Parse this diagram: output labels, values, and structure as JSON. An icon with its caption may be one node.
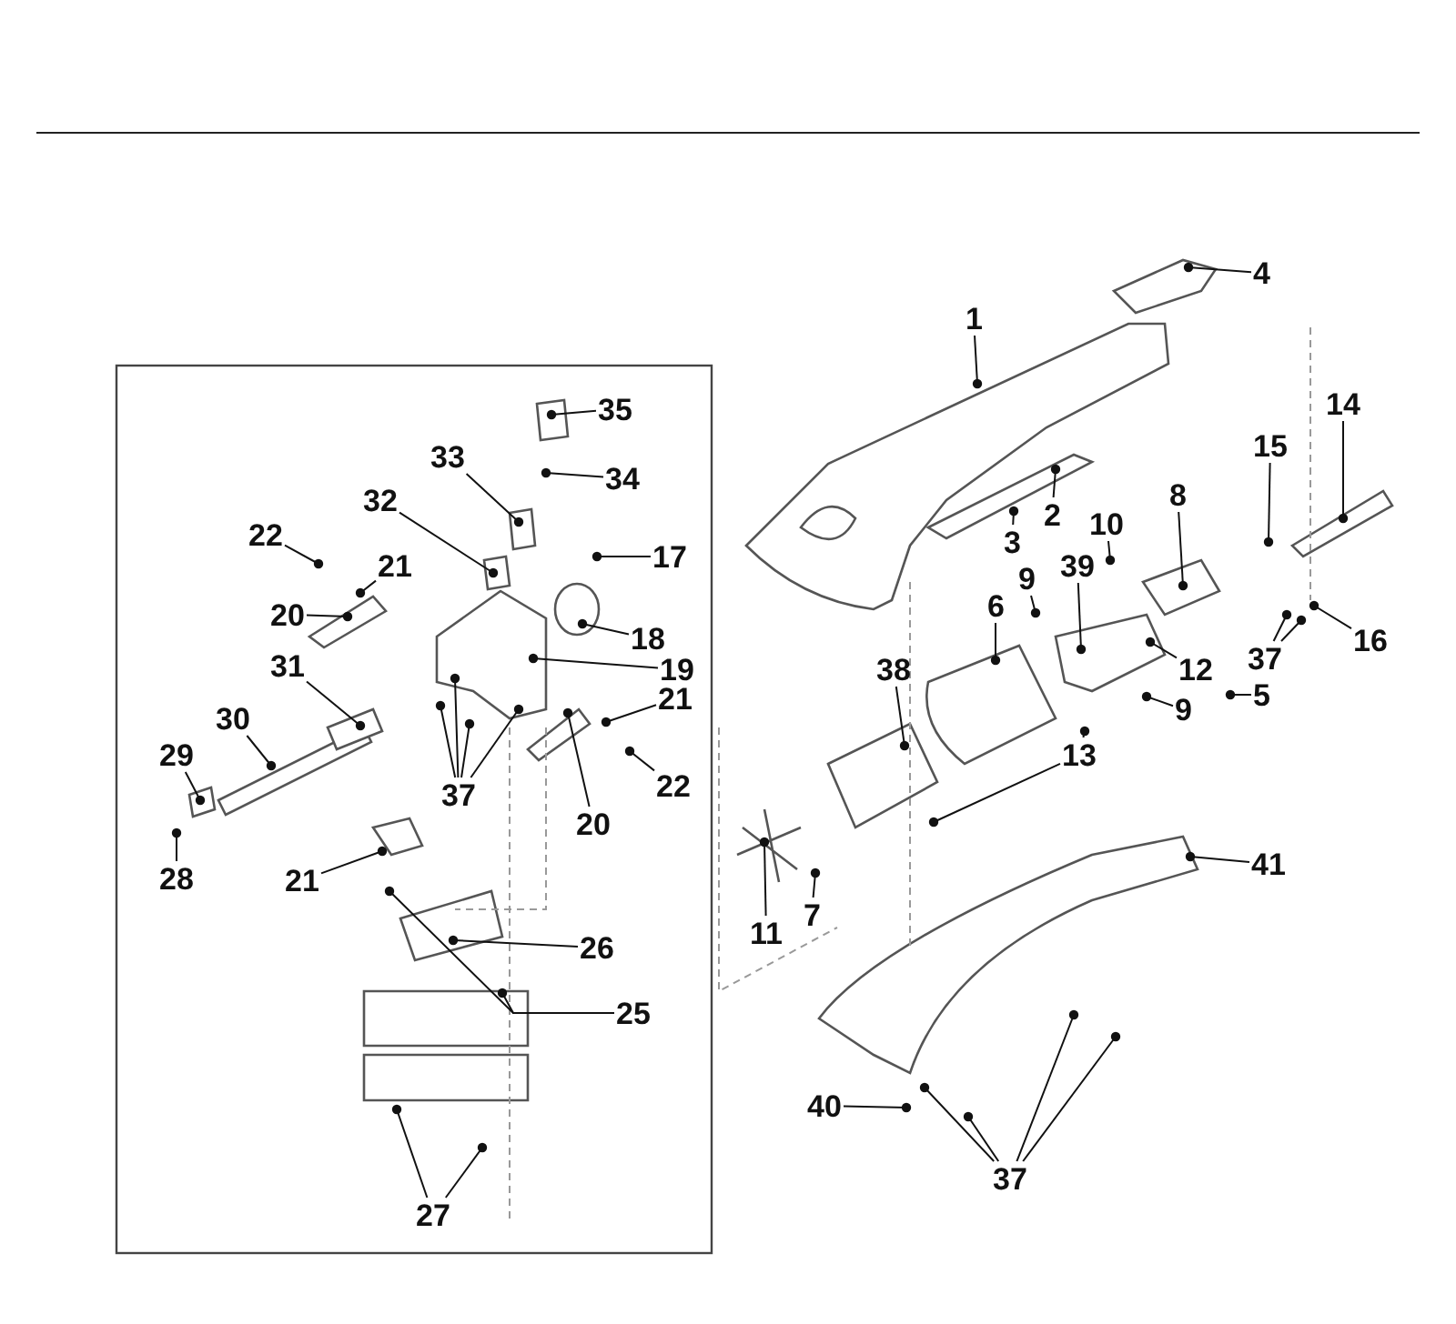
{
  "diagram": {
    "nodes": [
      {
        "text": [
          "4"
        ]
      },
      {
        "text": [
          "1"
        ]
      },
      {
        "text": [
          "14"
        ]
      },
      {
        "text": [
          "35"
        ]
      },
      {
        "text": [
          "15"
        ]
      },
      {
        "text": [
          "33"
        ]
      },
      {
        "text": [
          "34"
        ]
      },
      {
        "text": [
          "8"
        ]
      },
      {
        "text": [
          "2"
        ]
      },
      {
        "text": [
          "10"
        ]
      },
      {
        "text": [
          "22"
        ]
      },
      {
        "text": [
          "32"
        ]
      },
      {
        "text": [
          "21"
        ]
      },
      {
        "text": [
          "3"
        ]
      },
      {
        "text": [
          "39"
        ]
      },
      {
        "text": [
          "9"
        ]
      },
      {
        "text": [
          "17"
        ]
      },
      {
        "text": [
          "20"
        ]
      },
      {
        "text": [
          "18"
        ]
      },
      {
        "text": [
          "6"
        ]
      },
      {
        "text": [
          "16"
        ]
      },
      {
        "text": [
          "37"
        ]
      },
      {
        "text": [
          "12"
        ]
      },
      {
        "text": [
          "19"
        ]
      },
      {
        "text": [
          "31"
        ]
      },
      {
        "text": [
          "38"
        ]
      },
      {
        "text": [
          "21"
        ]
      },
      {
        "text": [
          "9"
        ]
      },
      {
        "text": [
          "5"
        ]
      },
      {
        "text": [
          "30"
        ]
      },
      {
        "text": [
          "37"
        ]
      },
      {
        "text": [
          "13"
        ]
      },
      {
        "text": [
          "22"
        ]
      },
      {
        "text": [
          "29"
        ]
      },
      {
        "text": [
          "20"
        ]
      },
      {
        "text": [
          "41"
        ]
      },
      {
        "text": [
          "28"
        ]
      },
      {
        "text": [
          "21"
        ]
      },
      {
        "text": [
          "7"
        ]
      },
      {
        "text": [
          "11"
        ]
      },
      {
        "text": [
          "26"
        ]
      },
      {
        "text": [
          "25"
        ]
      },
      {
        "text": [
          "40"
        ]
      },
      {
        "text": [
          "27"
        ]
      },
      {
        "text": [
          "37"
        ]
      }
    ],
    "edges": [
      {
        "from": 0,
        "to": null,
        "arrow": "other"
      },
      {
        "from": 1,
        "to": null,
        "arrow": "other"
      },
      {
        "from": 2,
        "to": null,
        "arrow": "other"
      },
      {
        "from": 3,
        "to": null,
        "arrow": "other"
      },
      {
        "from": 4,
        "to": null,
        "arrow": "other"
      },
      {
        "from": 5,
        "to": null,
        "arrow": "other"
      },
      {
        "from": 6,
        "to": null,
        "arrow": "other"
      },
      {
        "from": 7,
        "to": null,
        "arrow": "other"
      },
      {
        "from": 8,
        "to": null,
        "arrow": "other"
      },
      {
        "from": 9,
        "to": null,
        "arrow": "other"
      },
      {
        "from": 10,
        "to": null,
        "arrow": "other"
      },
      {
        "from": 11,
        "to": null,
        "arrow": "other"
      },
      {
        "from": 12,
        "to": null,
        "arrow": "other"
      },
      {
        "from": 13,
        "to": null,
        "arrow": "other"
      },
      {
        "from": 14,
        "to": null,
        "arrow": "other"
      },
      {
        "from": 15,
        "to": null,
        "arrow": "other"
      },
      {
        "from": 16,
        "to": null,
        "arrow": "other"
      },
      {
        "from": 17,
        "to": null,
        "arrow": "other"
      },
      {
        "from": 18,
        "to": null,
        "arrow": "other"
      },
      {
        "from": 19,
        "to": null,
        "arrow": "other"
      },
      {
        "from": 20,
        "to": null,
        "arrow": "other"
      },
      {
        "from": 21,
        "to": null,
        "arrow": "other"
      },
      {
        "from": 21,
        "to": null,
        "arrow": "other"
      },
      {
        "from": 22,
        "to": null,
        "arrow": "other"
      },
      {
        "from": 23,
        "to": null,
        "arrow": "other"
      },
      {
        "from": 24,
        "to": null,
        "arrow": "other"
      },
      {
        "from": 25,
        "to": null,
        "arrow": "other"
      },
      {
        "from": 26,
        "to": null,
        "arrow": "other"
      },
      {
        "from": 27,
        "to": null,
        "arrow": "other"
      },
      {
        "from": 28,
        "to": null,
        "arrow": "other"
      },
      {
        "from": 29,
        "to": null,
        "arrow": "other"
      },
      {
        "from": 30,
        "to": null,
        "arrow": "other"
      },
      {
        "from": 30,
        "to": null,
        "arrow": "other"
      },
      {
        "from": 30,
        "to": null,
        "arrow": "other"
      },
      {
        "from": 30,
        "to": null,
        "arrow": "other"
      },
      {
        "from": 31,
        "to": null,
        "arrow": "other"
      },
      {
        "from": 31,
        "to": null,
        "arrow": "other"
      },
      {
        "from": 32,
        "to": null,
        "arrow": "other"
      },
      {
        "from": 33,
        "to": null,
        "arrow": "other"
      },
      {
        "from": 34,
        "to": null,
        "arrow": "other"
      },
      {
        "from": 35,
        "to": null,
        "arrow": "other"
      },
      {
        "from": 36,
        "to": null,
        "arrow": "other"
      },
      {
        "from": 37,
        "to": null,
        "arrow": "other"
      },
      {
        "from": 38,
        "to": null,
        "arrow": "other"
      },
      {
        "from": 39,
        "to": null,
        "arrow": "other"
      },
      {
        "from": 40,
        "to": null,
        "arrow": "other"
      },
      {
        "from": 41,
        "to": null,
        "arrow": "other"
      },
      {
        "from": 41,
        "to": null,
        "arrow": "other"
      },
      {
        "from": 42,
        "to": null,
        "arrow": "other"
      },
      {
        "from": 43,
        "to": null,
        "arrow": "other"
      },
      {
        "from": 43,
        "to": null,
        "arrow": "other"
      },
      {
        "from": 44,
        "to": null,
        "arrow": "other"
      },
      {
        "from": 44,
        "to": null,
        "arrow": "other"
      },
      {
        "from": 44,
        "to": null,
        "arrow": "other"
      },
      {
        "from": 44,
        "to": null,
        "arrow": "other"
      }
    ]
  }
}
